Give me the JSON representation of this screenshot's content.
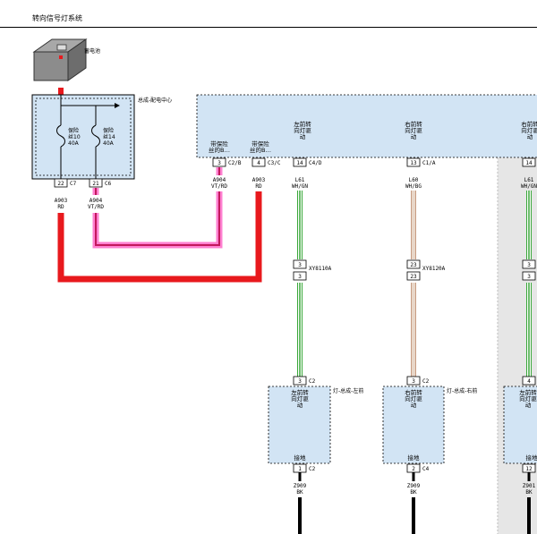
{
  "page_title": "转向信号灯系统",
  "battery": {
    "label": "蓄电池"
  },
  "pdc": {
    "label": "总成-配电中心",
    "fuse1": {
      "line1": "保险",
      "line2": "丝10",
      "line3": "40A"
    },
    "fuse2": {
      "line1": "保险",
      "line2": "丝14",
      "line3": "40A"
    },
    "conn1": {
      "pin": "22",
      "code": "C7",
      "circuit": "A903",
      "color": "RD"
    },
    "conn2": {
      "pin": "21",
      "code": "C6",
      "circuit": "A904",
      "color": "VT/RD"
    }
  },
  "module": {
    "fused_b1": {
      "line1": "带保险",
      "line2": "丝的B…",
      "pin": "3",
      "code": "C2/B",
      "circuit": "A904",
      "color": "VT/RD"
    },
    "fused_b2": {
      "line1": "带保险",
      "line2": "丝的B…",
      "pin": "4",
      "code": "C3/C",
      "circuit": "A903",
      "color": "RD"
    },
    "lf_driver": {
      "line1": "左前转",
      "line2": "向灯驱",
      "line3": "动",
      "pin": "14",
      "code": "C4/D",
      "circuit": "L61",
      "color": "WH/GN"
    },
    "rf_driver": {
      "line1": "右前转",
      "line2": "向灯驱",
      "line3": "动",
      "pin": "13",
      "code": "C1/A",
      "circuit": "L60",
      "color": "WH/BG"
    },
    "third_driver": {
      "line1": "右前转",
      "line2": "向灯驱",
      "line3": "动",
      "pin": "14",
      "circuit": "L61",
      "color": "WH/GN"
    }
  },
  "inline_connectors": {
    "left": {
      "pin_top": "3",
      "pin_bottom": "3",
      "code": "XY8110A"
    },
    "right": {
      "pin_top": "23",
      "pin_bottom": "23",
      "code": "XY8120A"
    },
    "third": {
      "pin_top": "3",
      "pin_bottom": "3"
    }
  },
  "lamps": {
    "left": {
      "title": "灯-总成-左前",
      "line1": "左前转",
      "line2": "向灯驱",
      "line3": "动",
      "pin_in": "3",
      "code_in": "C2",
      "ground_label": "接地",
      "pin_gnd": "1",
      "code_gnd": "C2",
      "gnd_circuit": "Z909",
      "gnd_color": "BK"
    },
    "right": {
      "title": "灯-总成-右前",
      "line1": "右前转",
      "line2": "向灯驱",
      "line3": "动",
      "pin_in": "3",
      "code_in": "C2",
      "ground_label": "接地",
      "pin_gnd": "2",
      "code_gnd": "C4",
      "gnd_circuit": "Z909",
      "gnd_color": "BK"
    },
    "third": {
      "line1": "左前转",
      "line2": "向灯驱",
      "line3": "动",
      "pin_in": "4",
      "ground_label": "接地",
      "pin_gnd": "12",
      "gnd_circuit": "Z901",
      "gnd_color": "BK"
    }
  },
  "colors": {
    "red_wire": "#e8191d",
    "violet_red_wire": "#ff7fd0",
    "green_stripe": "#3aa83a",
    "tan_wire": "#c79c82",
    "box_fill": "#d2e4f4",
    "gray_band": "#e6e6e6"
  }
}
